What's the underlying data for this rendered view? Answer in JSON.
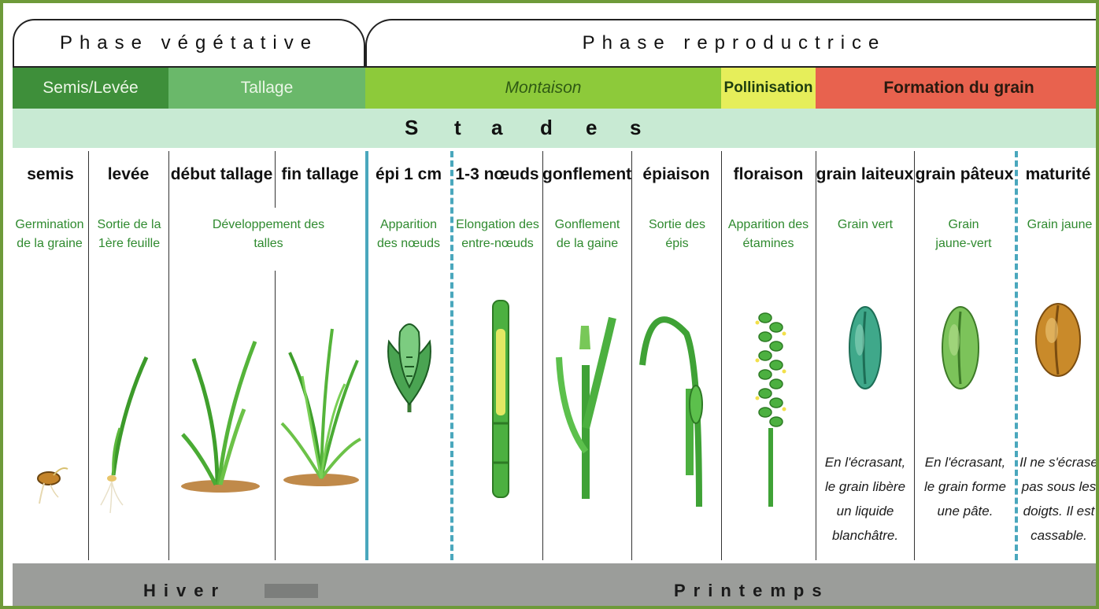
{
  "phases": {
    "vegetative": "Phase végétative",
    "reproductive": "Phase reproductrice"
  },
  "bands": {
    "semis_levee": "Semis/Levée",
    "tallage": "Tallage",
    "montaison": "Montaison",
    "pollinisation": "Pollinisation",
    "formation": "Formation du grain"
  },
  "stades_title_letters": [
    "S",
    "t",
    "a",
    "d",
    "e",
    "s"
  ],
  "stages": [
    {
      "name": "semis",
      "desc": "Germination de la graine"
    },
    {
      "name": "levée",
      "desc": "Sortie de la 1ère feuille"
    },
    {
      "name": "début tallage",
      "desc": "Développement des talles"
    },
    {
      "name": "fin tallage",
      "desc": ""
    },
    {
      "name": "épi 1 cm",
      "desc": "Apparition des nœuds"
    },
    {
      "name": "1-3 nœuds",
      "desc": "Elongation des entre-nœuds"
    },
    {
      "name": "gonflement",
      "desc": "Gonflement de la gaine"
    },
    {
      "name": "épiaison",
      "desc": "Sortie des épis"
    },
    {
      "name": "floraison",
      "desc": "Apparition des étamines"
    },
    {
      "name": "grain laiteux",
      "desc": "Grain vert",
      "note": "En l'écrasant, le grain libère un liquide blanchâtre."
    },
    {
      "name": "grain pâteux",
      "desc": "Grain jaune-vert",
      "note": "En l'écrasant, le grain forme une pâte."
    },
    {
      "name": "maturité",
      "desc": "Grain jaune",
      "note": "Il ne s'écrase pas sous les doigts. Il est cassable."
    }
  ],
  "seasons": {
    "winter": "Hiver",
    "spring": "Printemps"
  },
  "colors": {
    "semis_band": "#3e8f3a",
    "tallage_band": "#6ab86a",
    "montaison_band": "#8dca3a",
    "pollinisation_band": "#e6ee5a",
    "formation_band": "#e8624e",
    "stades_strip": "#c8ead3",
    "season_bar": "#9b9d9a",
    "border": "#6e9a3a",
    "separator_blue": "#4aa7bd"
  },
  "icons": [
    "seed-icon",
    "seedling-icon",
    "young-plant-icon",
    "tillered-plant-icon",
    "ear-1cm-icon",
    "stem-node-icon",
    "swelling-sheath-icon",
    "heading-icon",
    "flowering-ear-icon",
    "milky-grain-icon",
    "doughy-grain-icon",
    "ripe-grain-icon"
  ]
}
